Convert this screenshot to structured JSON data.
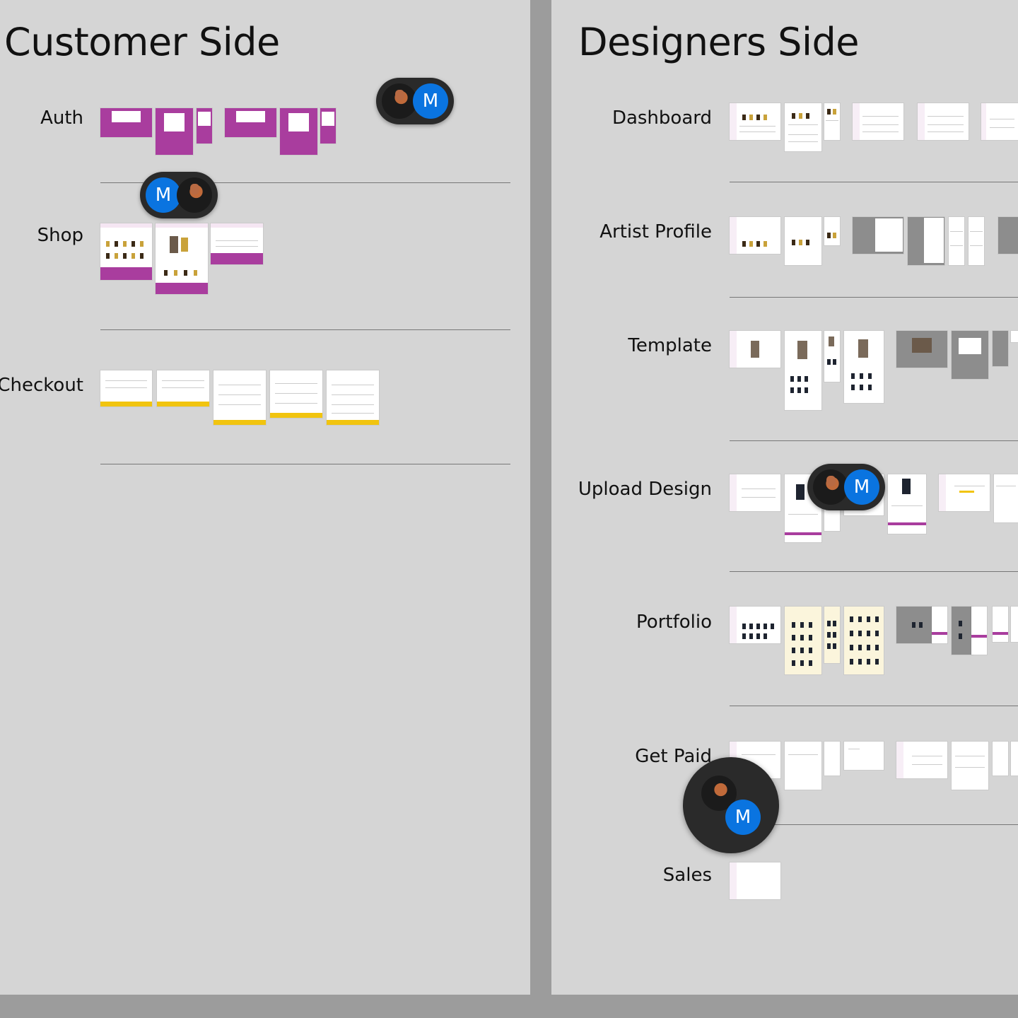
{
  "boards": {
    "customer": {
      "title": "Customer Side",
      "rows": [
        {
          "label": "Auth"
        },
        {
          "label": "Shop"
        },
        {
          "label": "Checkout"
        }
      ]
    },
    "designer": {
      "title": "Designers Side",
      "rows": [
        {
          "label": "Dashboard"
        },
        {
          "label": "Artist Profile"
        },
        {
          "label": "Template"
        },
        {
          "label": "Upload Design"
        },
        {
          "label": "Portfolio"
        },
        {
          "label": "Get Paid"
        },
        {
          "label": "Sales"
        }
      ]
    }
  },
  "collaborators": [
    {
      "initial": "M",
      "color": "#0a74e0"
    }
  ],
  "colors": {
    "canvas": "#9c9c9c",
    "board": "#d5d5d5",
    "brand_magenta": "#a93d9e",
    "accent_yellow": "#f1c40f",
    "cursor_bg": "#2a2a2a",
    "avatar_blue": "#0a74e0"
  }
}
